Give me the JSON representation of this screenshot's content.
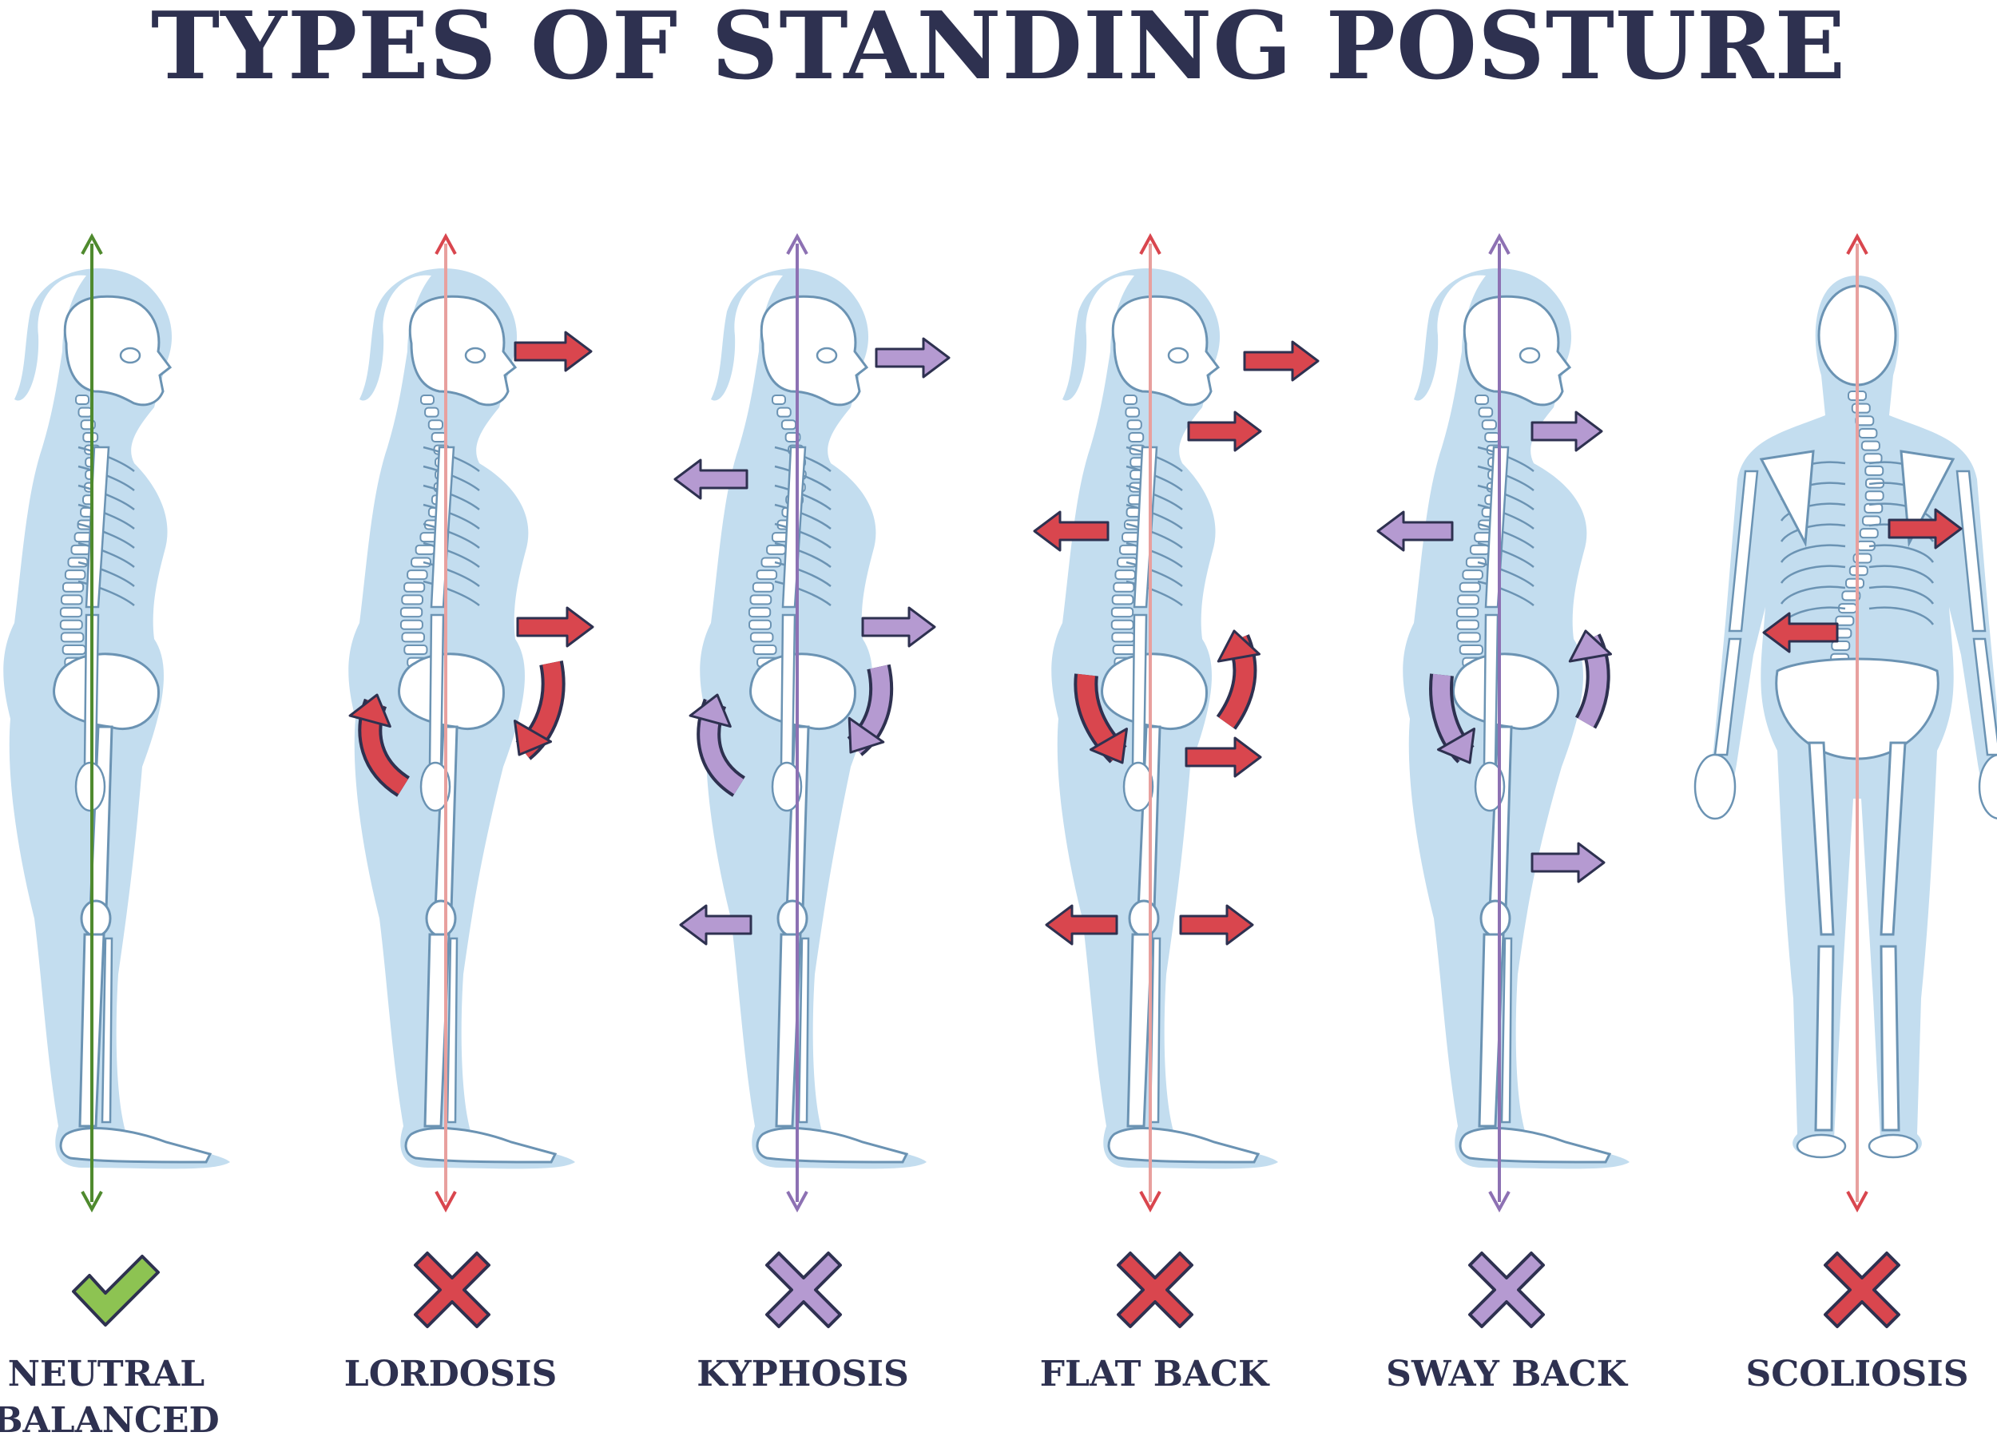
{
  "title": "TYPES OF STANDING POSTURE",
  "colors": {
    "text": "#2e3150",
    "body_fill": "#c3ddef",
    "bone_stroke": "#6b93b3",
    "green": "#8dc352",
    "green_line": "#4f8a2e",
    "red": "#d9464e",
    "red_line": "#e8a09e",
    "purple": "#b59ad1",
    "purple_line": "#8d71b3"
  },
  "postures": [
    {
      "label_lines": [
        "NEUTRAL",
        "BALANCED"
      ],
      "status": "correct",
      "color": "green",
      "view": "side"
    },
    {
      "label_lines": [
        "LORDOSIS"
      ],
      "status": "incorrect",
      "color": "red",
      "view": "side"
    },
    {
      "label_lines": [
        "KYPHOSIS"
      ],
      "status": "incorrect",
      "color": "purple",
      "view": "side"
    },
    {
      "label_lines": [
        "FLAT BACK"
      ],
      "status": "incorrect",
      "color": "red",
      "view": "side"
    },
    {
      "label_lines": [
        "SWAY BACK"
      ],
      "status": "incorrect",
      "color": "purple",
      "view": "side"
    },
    {
      "label_lines": [
        "SCOLIOSIS"
      ],
      "status": "incorrect",
      "color": "red",
      "view": "back"
    }
  ]
}
